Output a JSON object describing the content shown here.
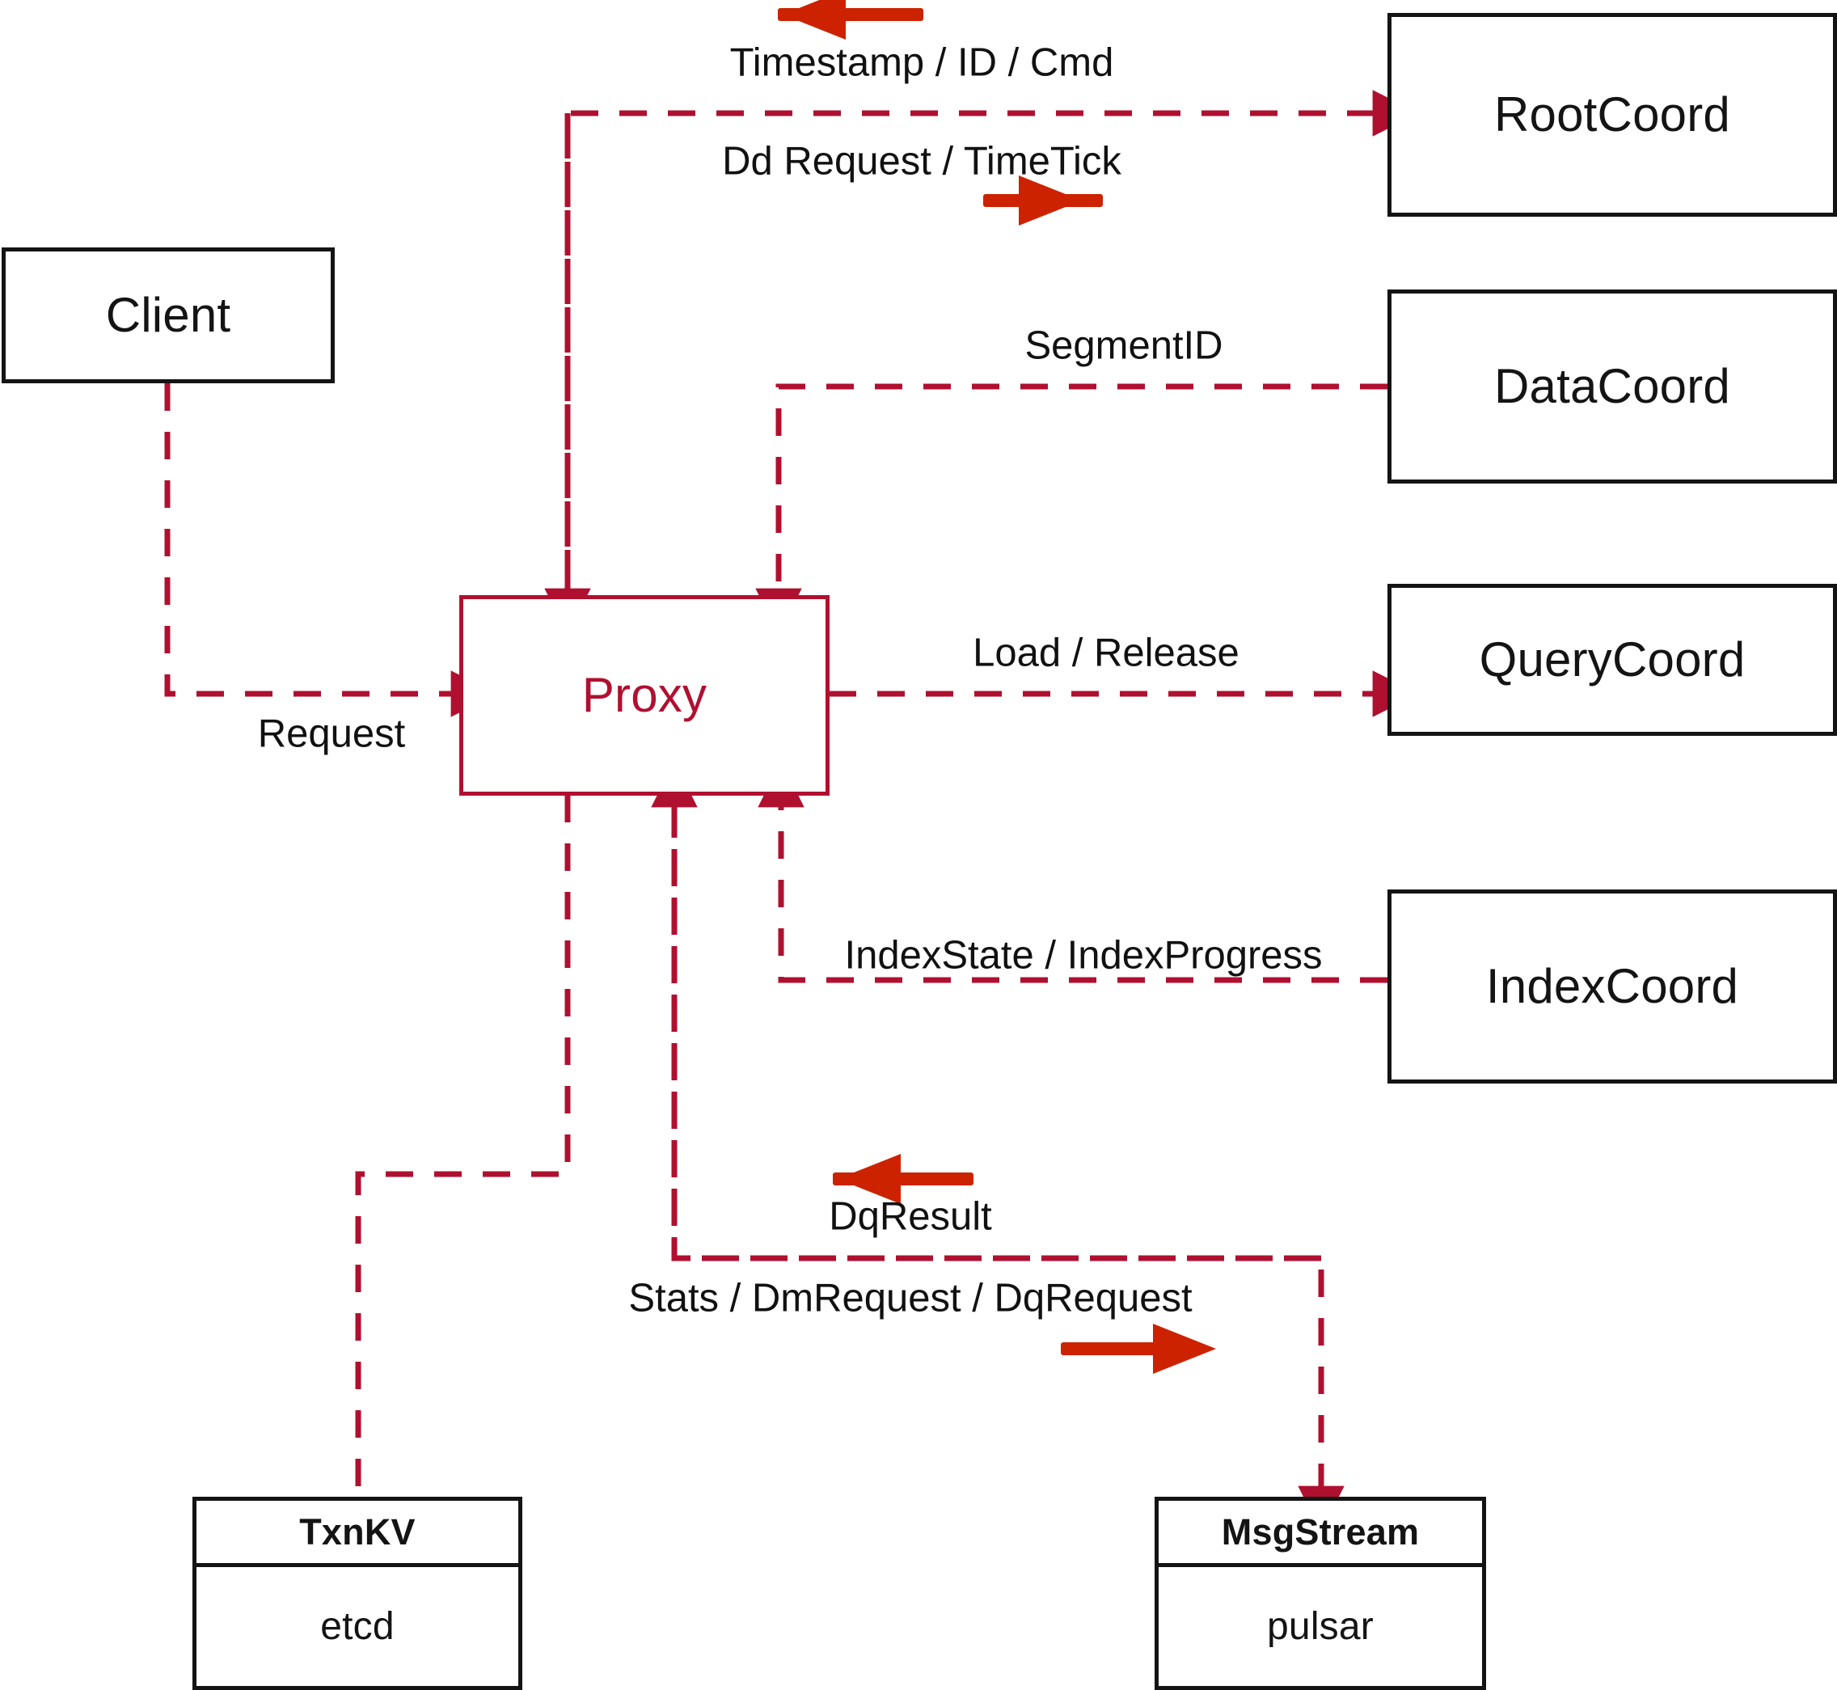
{
  "diagram": {
    "title": "Proxy component interaction diagram",
    "colors": {
      "node_stroke": "#141414",
      "accent": "#B01030",
      "dashed_edge": "#B01030",
      "standalone_arrow": "#CC2200",
      "background": "#FFFFFF",
      "label_text": "#111111"
    }
  },
  "nodes": {
    "client": {
      "label": "Client"
    },
    "proxy": {
      "label": "Proxy"
    },
    "root_coord": {
      "label": "RootCoord"
    },
    "data_coord": {
      "label": "DataCoord"
    },
    "query_coord": {
      "label": "QueryCoord"
    },
    "index_coord": {
      "label": "IndexCoord"
    },
    "txnkv": {
      "header": "TxnKV",
      "body": "etcd"
    },
    "msgstream": {
      "header": "MsgStream",
      "body": "pulsar"
    }
  },
  "edges": [
    {
      "id": "timestamp-id-cmd",
      "label": "Timestamp / ID / Cmd",
      "from": "RootCoord",
      "to": "Proxy",
      "direction": "left"
    },
    {
      "id": "dd-request-timetick",
      "label": "Dd Request / TimeTick",
      "from": "Proxy",
      "to": "RootCoord",
      "direction": "right"
    },
    {
      "id": "segment-id",
      "label": "SegmentID",
      "from": "DataCoord",
      "to": "Proxy",
      "direction": "left"
    },
    {
      "id": "request",
      "label": "Request",
      "from": "Client",
      "to": "Proxy",
      "direction": "right"
    },
    {
      "id": "load-release",
      "label": "Load / Release",
      "from": "Proxy",
      "to": "QueryCoord",
      "direction": "right"
    },
    {
      "id": "index-state-progress",
      "label": "IndexState / IndexProgress",
      "from": "IndexCoord",
      "to": "Proxy",
      "direction": "left"
    },
    {
      "id": "dq-result",
      "label": "DqResult",
      "from": "MsgStream",
      "to": "Proxy",
      "direction": "left"
    },
    {
      "id": "stats-dm-dq-request",
      "label": "Stats / DmRequest / DqRequest",
      "from": "Proxy",
      "to": "MsgStream",
      "direction": "right"
    },
    {
      "id": "txnkv-link",
      "label": "",
      "from": "Proxy",
      "to": "TxnKV",
      "direction": "none"
    }
  ],
  "edge_labels": {
    "timestamp_id_cmd": "Timestamp / ID / Cmd",
    "dd_request_timetick": "Dd Request / TimeTick",
    "segment_id": "SegmentID",
    "request": "Request",
    "load_release": "Load / Release",
    "index_state_progress": "IndexState / IndexProgress",
    "dq_result": "DqResult",
    "stats_dm_dq_request": "Stats / DmRequest / DqRequest"
  }
}
